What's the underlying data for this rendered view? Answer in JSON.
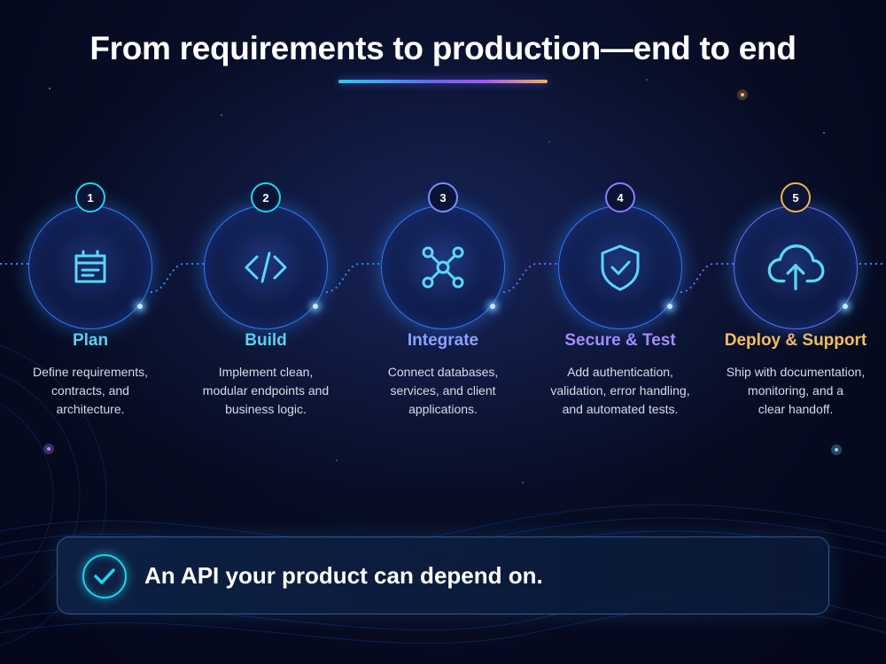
{
  "title": "From requirements to production—end to end",
  "steps": [
    {
      "number": "1",
      "label": "Plan",
      "desc_lines": [
        "Define requirements,",
        "contracts, and",
        "architecture."
      ],
      "icon": "browser-window-icon",
      "color": "#5ad8f5",
      "ring_badge_color": "#22d3ee"
    },
    {
      "number": "2",
      "label": "Build",
      "desc_lines": [
        "Implement clean,",
        "modular endpoints and",
        "business logic."
      ],
      "icon": "code-brackets-icon",
      "color": "#5ad8f5",
      "ring_badge_color": "#22d3ee"
    },
    {
      "number": "3",
      "label": "Integrate",
      "desc_lines": [
        "Connect databases,",
        "services, and client",
        "applications."
      ],
      "icon": "network-nodes-icon",
      "color": "#8fa3ff",
      "ring_badge_color": "#7c8cff"
    },
    {
      "number": "4",
      "label": "Secure & Test",
      "desc_lines": [
        "Add authentication,",
        "validation, error handling,",
        "and automated tests."
      ],
      "icon": "shield-check-icon",
      "color": "#a58cff",
      "ring_badge_color": "#8b7cff"
    },
    {
      "number": "5",
      "label": "Deploy & Support",
      "desc_lines": [
        "Ship with documentation,",
        "monitoring, and a",
        "clear handoff."
      ],
      "icon": "cloud-upload-icon",
      "color": "#f7bd5e",
      "ring_badge_color": "#f6b04c"
    }
  ],
  "banner": {
    "text": "An API your product can depend on.",
    "icon": "check-circle-icon"
  },
  "colors": {
    "cyan": "#22d3ee",
    "violet": "#a855f7",
    "gold": "#f6b04c",
    "background": "#070c22"
  }
}
